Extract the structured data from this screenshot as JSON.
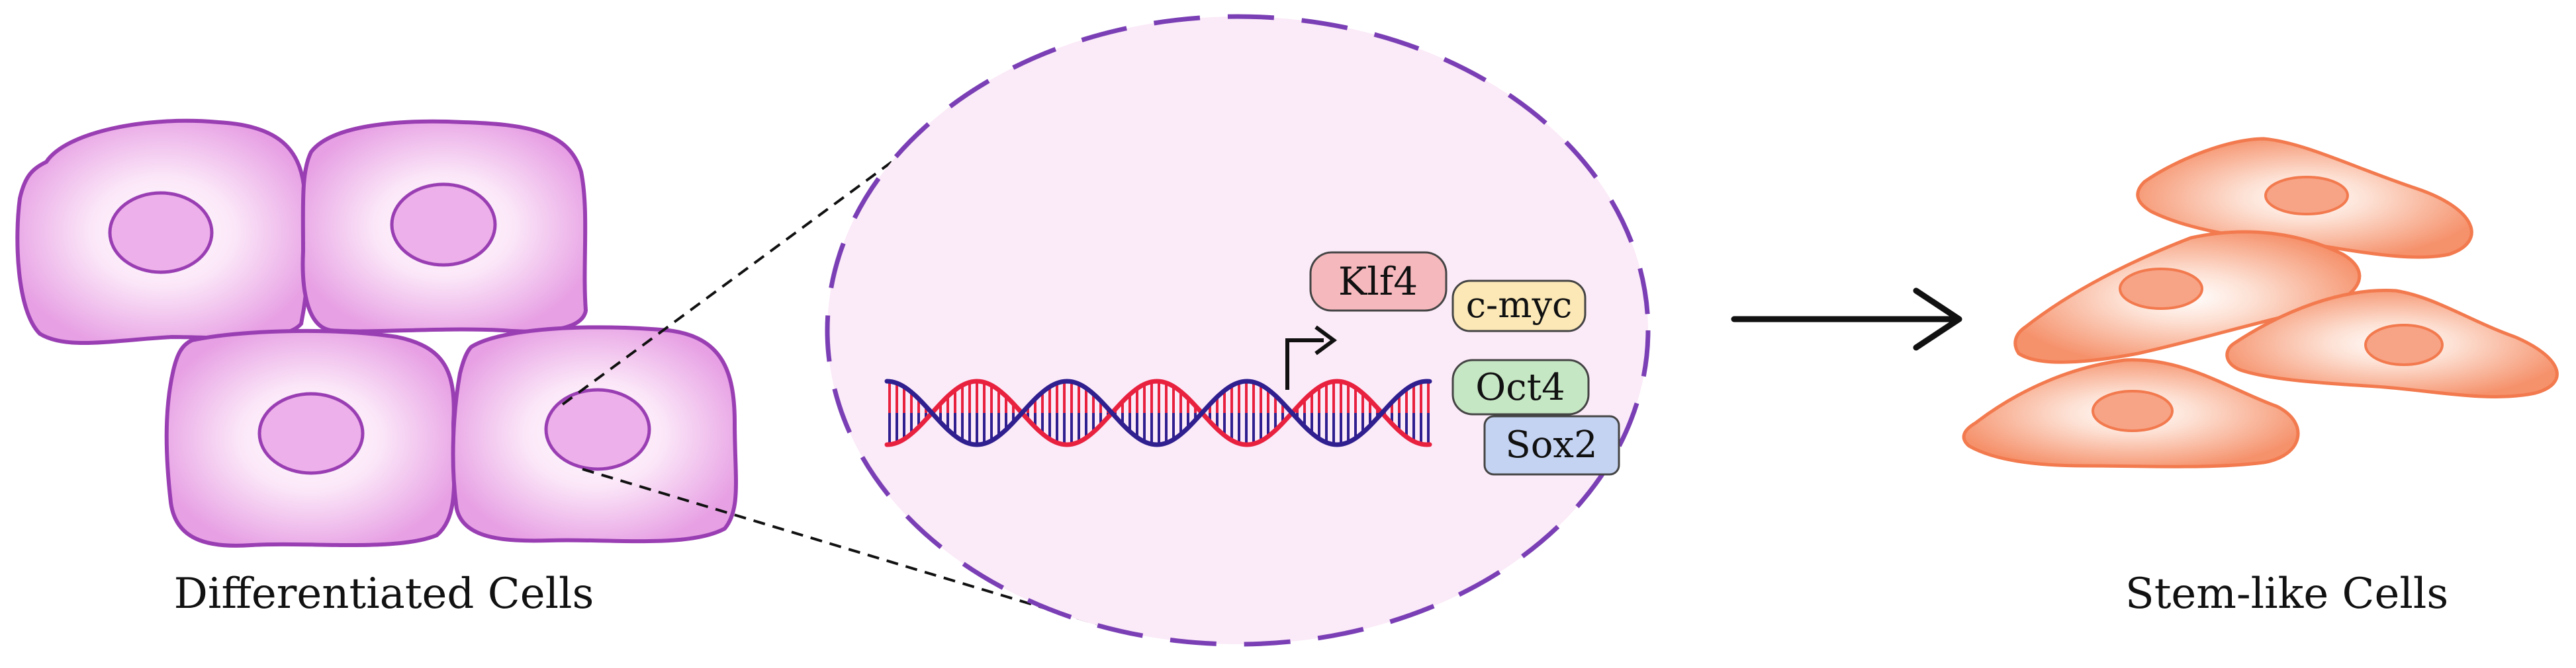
{
  "labels": {
    "left_caption": "Differentiated Cells",
    "right_caption": "Stem-like Cells"
  },
  "transcription_factors": [
    {
      "name": "Klf4",
      "color": "#f5b8bd"
    },
    {
      "name": "c-myc",
      "color": "#fbe8b6"
    },
    {
      "name": "Oct4",
      "color": "#c6e7c4"
    },
    {
      "name": "Sox2",
      "color": "#c4d3f2"
    }
  ],
  "colors": {
    "cell_outline": "#9a3fb3",
    "cell_fill": "#e9a6e6",
    "nucleus_zoom_fill": "#fbeaf8",
    "nucleus_zoom_outline": "#7b3fb5",
    "dna_red": "#e8213f",
    "dna_blue": "#2f1f8f",
    "stem_fill": "#f5916b",
    "stem_outline": "#f27a4e",
    "arrow": "#111111"
  },
  "icons": {
    "transcription_start": "bent-arrow-icon",
    "process_arrow": "right-arrow-icon"
  }
}
